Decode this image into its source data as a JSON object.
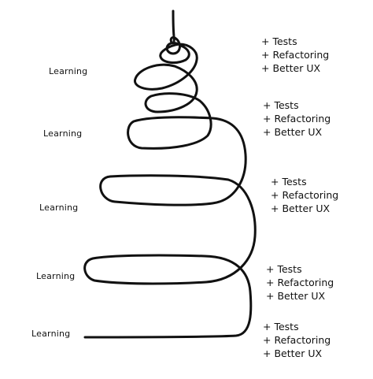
{
  "diagram": {
    "stroke_color": "#111111",
    "background_color": "#ffffff",
    "learning_labels": [
      "Learning",
      "Learning",
      "Learning",
      "Learning",
      "Learning"
    ],
    "improvement_groups": [
      {
        "items": [
          "+ Tests",
          "+ Refactoring",
          "+ Better UX"
        ]
      },
      {
        "items": [
          "+ Tests",
          "+ Refactoring",
          "+ Better UX"
        ]
      },
      {
        "items": [
          "+ Tests",
          "+ Refactoring",
          "+ Better UX"
        ]
      },
      {
        "items": [
          "+ Tests",
          "+ Refactoring",
          "+ Better UX"
        ]
      },
      {
        "items": [
          "+ Tests",
          "+ Refactoring",
          "+ Better UX"
        ]
      }
    ]
  }
}
